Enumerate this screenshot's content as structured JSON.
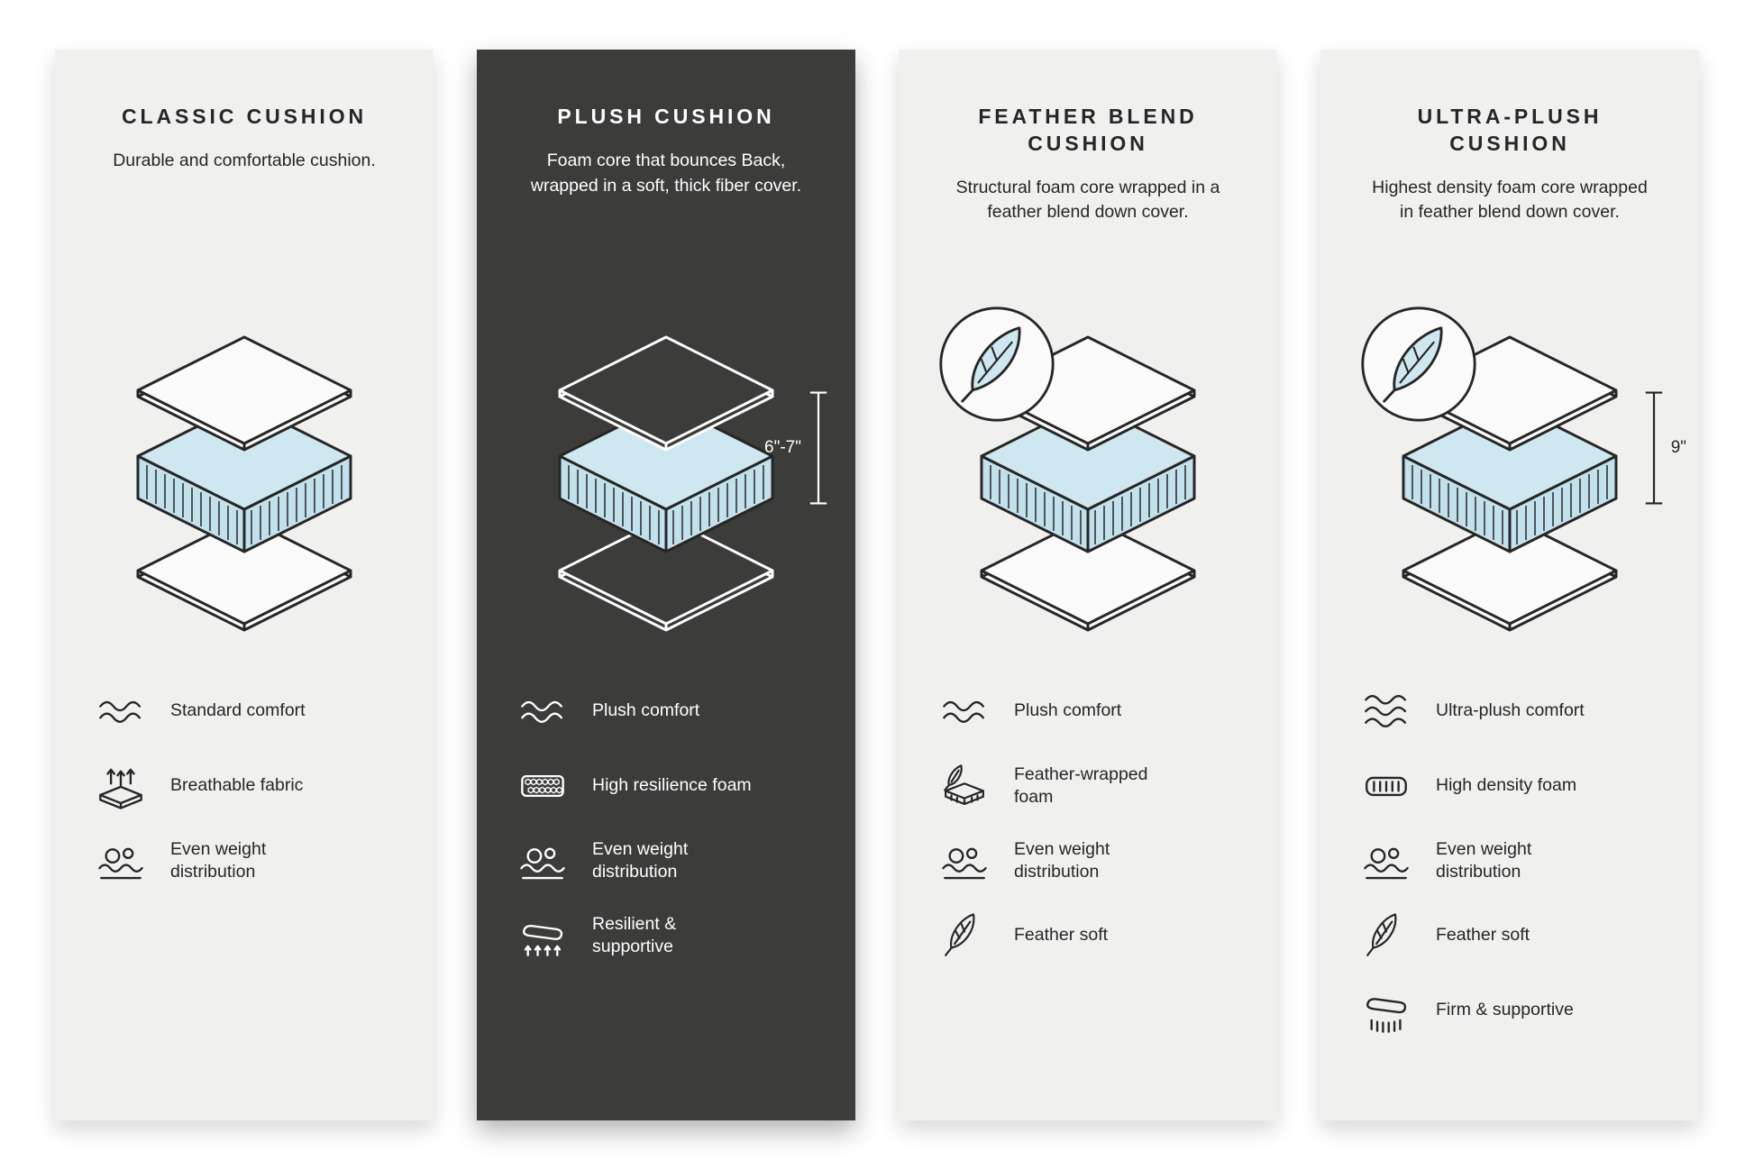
{
  "panels": [
    {
      "id": "classic",
      "theme": "light",
      "title1": "CLASSIC CUSHION",
      "title2": "",
      "description": "Durable and comfortable cushion.",
      "measurement": "",
      "features": [
        {
          "icon": "wave",
          "label": "Standard comfort"
        },
        {
          "icon": "breathable",
          "label": "Breathable fabric"
        },
        {
          "icon": "weight",
          "label": "Even weight distribution"
        }
      ]
    },
    {
      "id": "plush",
      "theme": "dark",
      "title1": "PLUSH CUSHION",
      "title2": "",
      "description": "Foam core that bounces Back, wrapped in a soft, thick fiber cover.",
      "measurement": "6\"-7\"",
      "features": [
        {
          "icon": "wave",
          "label": "Plush comfort"
        },
        {
          "icon": "honeycomb",
          "label": "High resilience foam"
        },
        {
          "icon": "weight",
          "label": "Even weight distribution"
        },
        {
          "icon": "resilient",
          "label": "Resilient & supportive"
        }
      ]
    },
    {
      "id": "feather-blend",
      "theme": "light",
      "title1": "FEATHER BLEND",
      "title2": "CUSHION",
      "description": "Structural foam core wrapped in a feather blend down cover.",
      "measurement": "",
      "features": [
        {
          "icon": "wave",
          "label": "Plush comfort"
        },
        {
          "icon": "feather-foam",
          "label": "Feather-wrapped foam"
        },
        {
          "icon": "weight",
          "label": "Even weight distribution"
        },
        {
          "icon": "feather",
          "label": "Feather soft"
        }
      ]
    },
    {
      "id": "ultra-plush",
      "theme": "light",
      "title1": "ULTRA-PLUSH",
      "title2": "CUSHION",
      "description": "Highest density foam core wrapped in feather blend down cover.",
      "measurement": "9\"",
      "features": [
        {
          "icon": "wave3",
          "label": "Ultra-plush comfort"
        },
        {
          "icon": "density",
          "label": "High density foam"
        },
        {
          "icon": "weight",
          "label": "Even weight distribution"
        },
        {
          "icon": "feather",
          "label": "Feather soft"
        },
        {
          "icon": "firm",
          "label": "Firm & supportive"
        }
      ]
    }
  ],
  "colors": {
    "light_panel": "#f0f0ee",
    "dark_panel": "#3c3c3a",
    "foam_blue": "#cfe7f0",
    "stroke": "#262626"
  }
}
